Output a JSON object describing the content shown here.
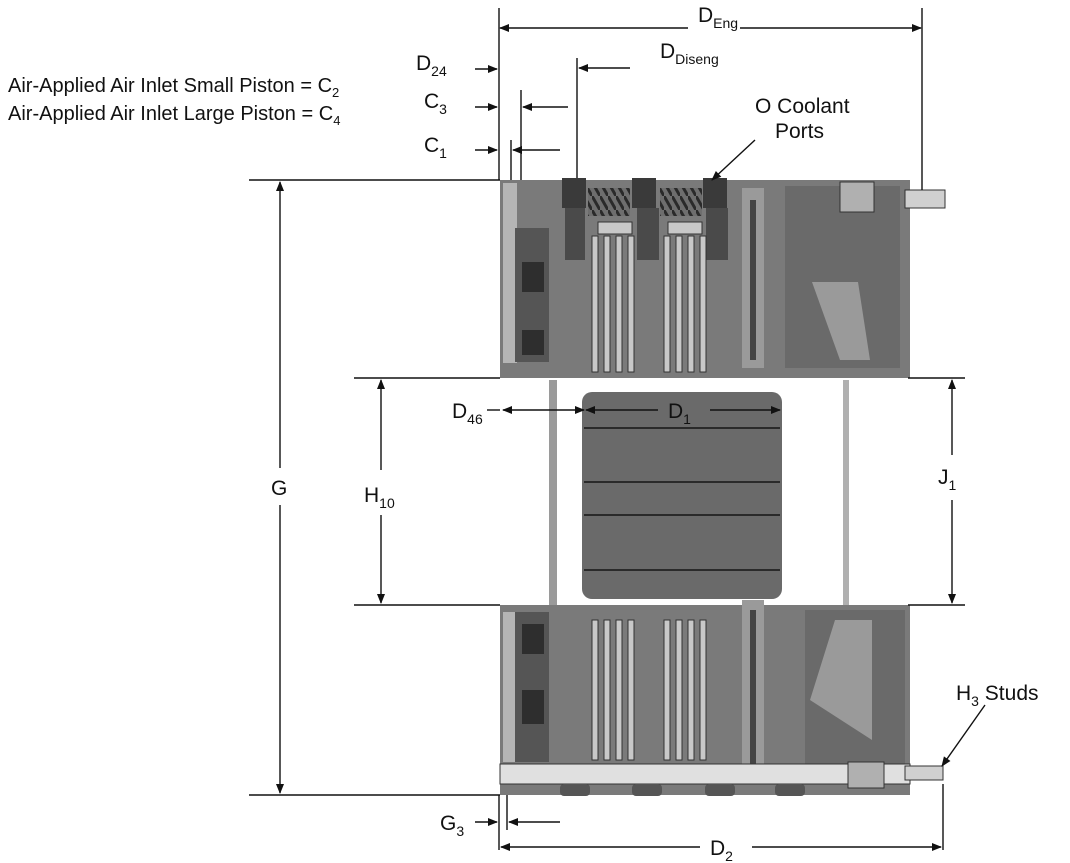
{
  "notes": {
    "small_piston_text": "Air-Applied Air Inlet Small Piston = ",
    "small_piston_symbol": "C",
    "small_piston_sub": "2",
    "large_piston_text": "Air-Applied Air Inlet Large Piston = ",
    "large_piston_symbol": "C",
    "large_piston_sub": "4"
  },
  "dimensions": {
    "d_eng": {
      "main": "D",
      "sub": "Eng"
    },
    "d_diseng": {
      "main": "D",
      "sub": "Diseng"
    },
    "d24": {
      "main": "D",
      "sub": "24"
    },
    "c3": {
      "main": "C",
      "sub": "3"
    },
    "c1": {
      "main": "C",
      "sub": "1"
    },
    "d46": {
      "main": "D",
      "sub": "46"
    },
    "d1": {
      "main": "D",
      "sub": "1"
    },
    "g": {
      "main": "G",
      "sub": ""
    },
    "h10": {
      "main": "H",
      "sub": "10"
    },
    "j1": {
      "main": "J",
      "sub": "1"
    },
    "g3": {
      "main": "G",
      "sub": "3"
    },
    "d2": {
      "main": "D",
      "sub": "2"
    }
  },
  "callouts": {
    "coolant_line1": "O Coolant",
    "coolant_line2": "Ports",
    "studs_main": "H",
    "studs_sub": "3",
    "studs_text": " Studs"
  },
  "colors": {
    "body_dark": "#5a5a5a",
    "body_mid": "#7a7a7a",
    "body_light": "#a8a8a8",
    "highlight": "#d4d4d4",
    "line": "#111111"
  }
}
